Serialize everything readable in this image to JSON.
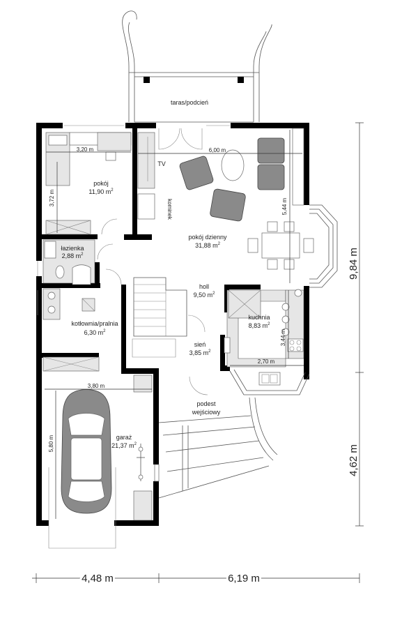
{
  "rooms": {
    "taras": {
      "name": "taras/podcień"
    },
    "pokoj": {
      "name": "pokój",
      "area": "11,90 m",
      "sup": "2"
    },
    "lazienka": {
      "name": "łazienka",
      "area": "2,88 m",
      "sup": "2"
    },
    "kotlownia": {
      "name": "kotłownia/pralnia",
      "area": "6,30 m",
      "sup": "2"
    },
    "pokoj_dzienny": {
      "name": "pokój dzienny",
      "area": "31,88 m",
      "sup": "2"
    },
    "holl": {
      "name": "holl",
      "area": "9,50 m",
      "sup": "2"
    },
    "kuchnia": {
      "name": "kuchnia",
      "area": "8,83 m",
      "sup": "2"
    },
    "sien": {
      "name": "sień",
      "area": "3,85 m",
      "sup": "2"
    },
    "podest": {
      "line1": "podest",
      "line2": "wejściowy"
    },
    "garaz": {
      "name": "garaż",
      "area": "21,37 m",
      "sup": "2"
    }
  },
  "labels": {
    "tv": "TV",
    "kominek": "kominek"
  },
  "dimensions": {
    "pokoj_width": "3,20 m",
    "pokoj_depth": "3,72 m",
    "dzienny_width": "6,00 m",
    "dzienny_depth": "5,44 m",
    "kuchnia_width": "2,70 m",
    "kuchnia_depth": "3,44 m",
    "garaz_width": "3,80 m",
    "garaz_depth": "5,80 m",
    "total_upper": "9,84 m",
    "total_lower": "4,62 m",
    "bottom_left": "4,48 m",
    "bottom_right": "6,19 m"
  }
}
